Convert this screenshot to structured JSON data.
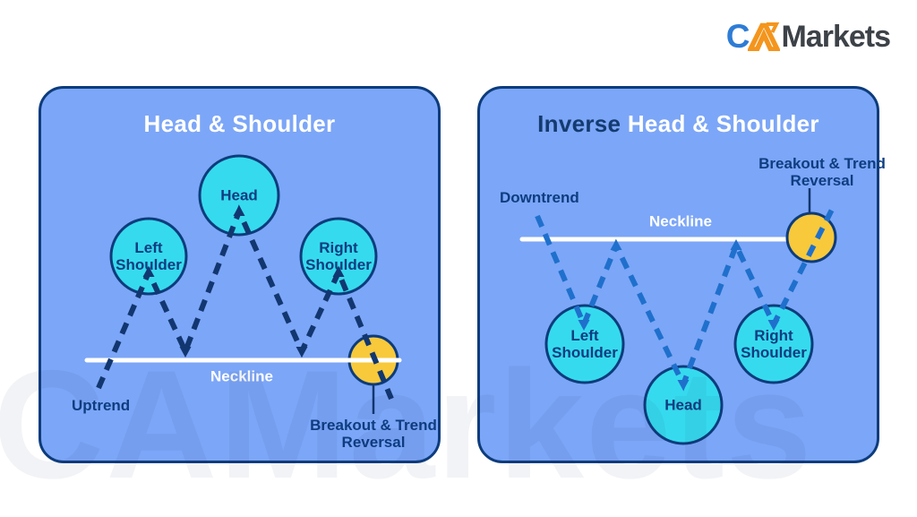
{
  "logo": {
    "letter_c": "C",
    "wordmark": "Markets"
  },
  "watermark_text": "CAMarkets",
  "colors": {
    "panel_background": "#7CA6F7",
    "panel_border": "#0D3C7C",
    "circle_fill": "#36DAEE",
    "circle_border": "#0D3C7C",
    "breakout_circle_fill": "#F7C93B",
    "navy_text": "#0E3D80",
    "left_dash": "#123770",
    "right_dash": "#1F70CC",
    "neckline": "#FFFFFF",
    "logo_blue": "#2E7CD6",
    "logo_orange": "#F4951D",
    "logo_dark": "#3D4248"
  },
  "left_panel": {
    "title": "Head & Shoulder",
    "head_label": "Head",
    "left_shoulder_label": "Left Shoulder",
    "right_shoulder_label": "Right Shoulder",
    "neckline_label": "Neckline",
    "trend_label": "Uptrend",
    "breakout_label": "Breakout & Trend Reversal"
  },
  "right_panel": {
    "title_prefix": "Inverse",
    "title_rest": " Head & Shoulder",
    "head_label": "Head",
    "left_shoulder_label": "Left Shoulder",
    "right_shoulder_label": "Right Shoulder",
    "neckline_label": "Neckline",
    "trend_label": "Downtrend",
    "breakout_label": "Breakout & Trend Reversal"
  }
}
